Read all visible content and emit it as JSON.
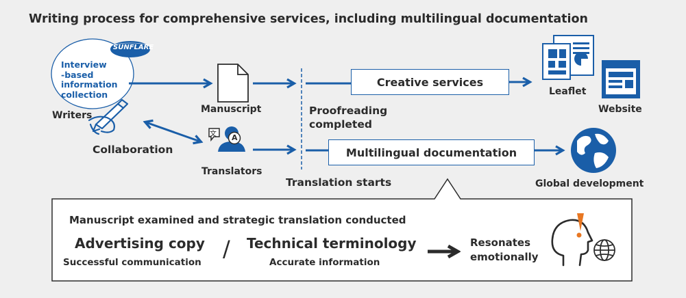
{
  "title": "Writing process for comprehensive services, including multilingual documentation",
  "sunflare_logo": "SUNFLARE",
  "bubble_text": [
    "Interview",
    "-based",
    "information",
    "collection"
  ],
  "labels": {
    "writers": "Writers",
    "manuscript": "Manuscript",
    "collaboration": "Collaboration",
    "translators": "Translators",
    "proofreading": [
      "Proofreading",
      "completed"
    ],
    "translation_starts": "Translation starts",
    "leaflet": "Leaflet",
    "website": "Website",
    "global": "Global development"
  },
  "boxes": {
    "creative": "Creative services",
    "multilingual": "Multilingual documentation"
  },
  "translator_glyphs": {
    "left": "文",
    "right": "A"
  },
  "callout": {
    "heading": "Manuscript examined and strategic translation conducted",
    "item1_title": "Advertising copy",
    "item1_sub": "Successful communication",
    "separator": "/",
    "item2_title": "Technical terminology",
    "item2_sub": "Accurate information",
    "result": [
      "Resonates",
      "emotionally"
    ]
  },
  "colors": {
    "accent": "#1a5ea8",
    "text": "#2b2b2b",
    "background": "#efefef"
  }
}
